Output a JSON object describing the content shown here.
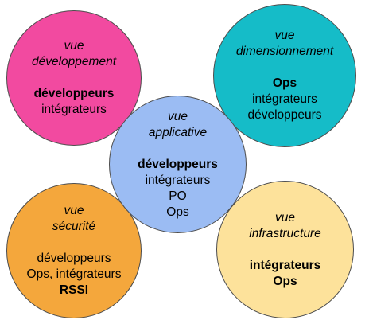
{
  "views": {
    "developpement": {
      "title_line1": "vue",
      "title_line2": "développement",
      "roles": [
        "développeurs",
        "intégrateurs"
      ],
      "color": "#f24aa0"
    },
    "dimensionnement": {
      "title_line1": "vue",
      "title_line2": "dimensionnement",
      "roles": [
        "Ops",
        "intégrateurs",
        "développeurs"
      ],
      "color": "#15bcc8"
    },
    "applicative": {
      "title_line1": "vue",
      "title_line2": "applicative",
      "roles": [
        "développeurs",
        "intégrateurs",
        "PO",
        "Ops"
      ],
      "color": "#9bbcf3"
    },
    "securite": {
      "title_line1": "vue",
      "title_line2": "sécurité",
      "roles": [
        "développeurs",
        "Ops, intégrateurs",
        "RSSI"
      ],
      "color": "#f4a73c"
    },
    "infrastructure": {
      "title_line1": "vue",
      "title_line2": "infrastructure",
      "roles": [
        "intégrateurs",
        "Ops"
      ],
      "color": "#fde29b"
    }
  }
}
